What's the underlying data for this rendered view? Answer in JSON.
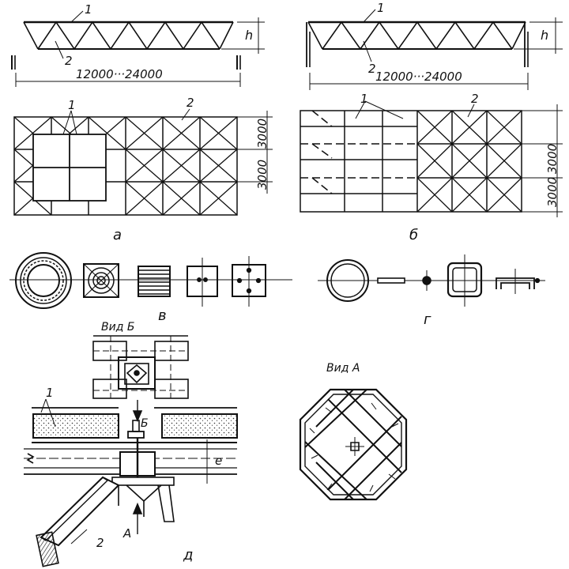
{
  "panels": {
    "a": {
      "letter": "а",
      "marks": [
        "1",
        "2",
        "1",
        "2"
      ],
      "height_mark": "h",
      "span": "12000···24000",
      "dims": [
        "3000",
        "3000"
      ]
    },
    "b": {
      "letter": "б",
      "marks": [
        "1",
        "2",
        "1",
        "2"
      ],
      "height_mark": "h",
      "span": "12000···24000",
      "dims": [
        "3000",
        "3000"
      ]
    },
    "v": {
      "letter": "в"
    },
    "g": {
      "letter": "г"
    },
    "d": {
      "letter": "д",
      "view_b": "Вид Б",
      "arrow_b": "Б",
      "arrow_a": "А",
      "dim_e": "е",
      "marks": [
        "1",
        "2"
      ]
    },
    "view_a": {
      "title": "Вид А"
    }
  }
}
